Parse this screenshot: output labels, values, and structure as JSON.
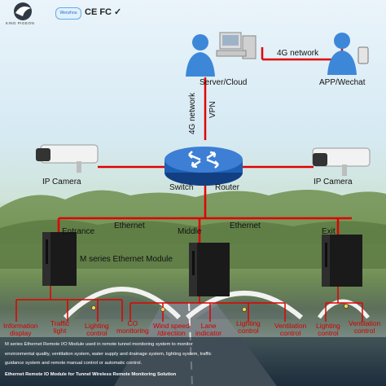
{
  "brand": {
    "name": "KING PIGEON",
    "badge_text": "Wenzhou",
    "certs": "CE FC ✓"
  },
  "top": {
    "server_label": "Server/Cloud",
    "app_label": "APP/Wechat",
    "network_top": "4G network",
    "network_vertical_1": "4G network",
    "network_vertical_2": "VPN"
  },
  "center": {
    "camera_left": "IP Camera",
    "camera_right": "IP Camera",
    "switch_label": "Switch",
    "router_label": "Router"
  },
  "modules": {
    "entrance": "Entrance",
    "middle": "Middle",
    "exit": "Exit",
    "ethernet_1": "Ethernet",
    "ethernet_2": "Ethernet",
    "module_label": "M series Ethernet Module"
  },
  "signals": [
    {
      "line1": "Information",
      "line2": "display"
    },
    {
      "line1": "Traffic",
      "line2": "light"
    },
    {
      "line1": "Lighting",
      "line2": "control"
    },
    {
      "line1": "CO",
      "line2": "monitoring"
    },
    {
      "line1": "Wind speed",
      "line2": "/direction"
    },
    {
      "line1": "Lane",
      "line2": "indicator"
    },
    {
      "line1": "Lighting",
      "line2": "control"
    },
    {
      "line1": "Ventilation",
      "line2": "control"
    },
    {
      "line1": "Lighting",
      "line2": "control"
    },
    {
      "line1": "Ventilation",
      "line2": "control"
    }
  ],
  "description": {
    "line1": "M series Ethernet Remote I/O Module used in remote tunnel monitoring system to monitor",
    "line2": "environmental quality, ventilation system, water supply and drainage system, lighting system, traffic",
    "line3": "guidance system and remote manual control or automatic control."
  },
  "footer": "Ethernet Remote IO Module for Tunnel Wireless Remote Monitoring Solution",
  "colors": {
    "link_red": "#e00000",
    "text_red": "#d10000",
    "router_blue": "#1d5fb5"
  }
}
